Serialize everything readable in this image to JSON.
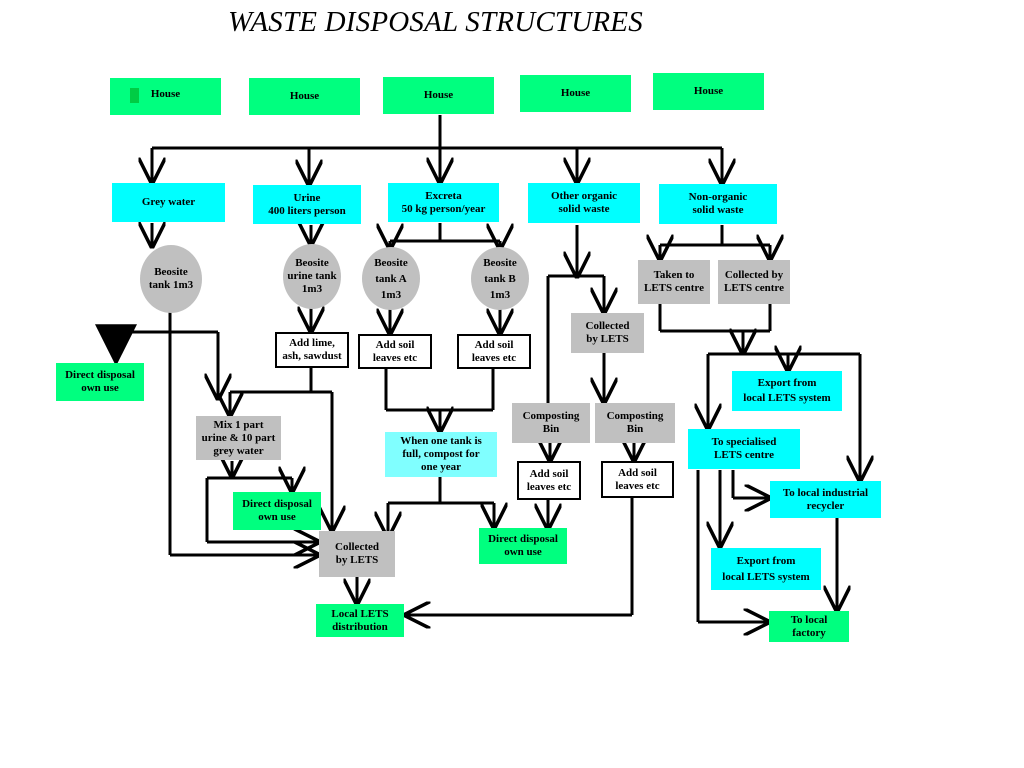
{
  "title": "WASTE DISPOSAL STRUCTURES",
  "houses": [
    "House",
    "House",
    "House",
    "House",
    "House"
  ],
  "categories": {
    "grey_water": "Grey water",
    "urine": "Urine\n400 liters person",
    "excreta": "Excreta\n50 kg person/year",
    "other_organic": "Other organic\nsolid waste",
    "non_organic": "Non-organic\nsolid waste"
  },
  "tanks": {
    "grey": "Beosite\ntank 1m3",
    "urine": "Beosite\nurine tank\n1m3",
    "tank_a": "Beosite\ntank A\n1m3",
    "tank_b": "Beosite\ntank B\n1m3"
  },
  "steps": {
    "add_lime": "Add lime,\nash, sawdust",
    "add_soil_a": "Add soil\nleaves etc",
    "add_soil_b": "Add soil\nleaves etc",
    "add_soil_c": "Add soil\nleaves etc",
    "add_soil_d": "Add soil\nleaves etc",
    "mix": "Mix 1 part\nurine & 10 part\ngrey water",
    "when_full": "When one tank is\nfull, compost for\none year",
    "collected_lets_1": "Collected\nby LETS",
    "collected_lets_2": "Collected\nby LETS",
    "composting_1": "Composting\nBin",
    "composting_2": "Composting\nBin",
    "taken_lets": "Taken to\nLETS centre",
    "collected_by_lets_centre": "Collected by\nLETS centre"
  },
  "outcomes": {
    "direct_1": "Direct disposal\nown use",
    "direct_2": "Direct disposal\nown use",
    "direct_3": "Direct disposal\nown use",
    "local_lets": "Local LETS\ndistribution",
    "export_1": "Export from\nlocal LETS system",
    "export_2": "Export from\nlocal LETS system",
    "specialised": "To specialised\nLETS centre",
    "industrial": "To local industrial\nrecycler",
    "factory": "To local\nfactory"
  },
  "colors": {
    "green": "#00ff7f",
    "cyan": "#00ffff",
    "light_cyan": "#80ffff",
    "gray": "#c0c0c0"
  }
}
